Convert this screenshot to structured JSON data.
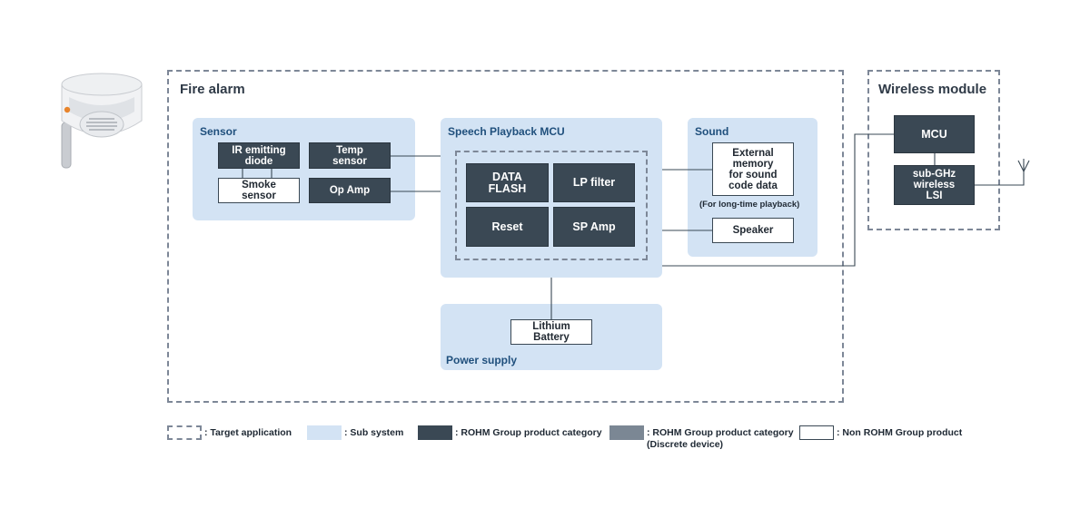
{
  "fire_alarm": {
    "title": "Fire alarm"
  },
  "wireless_module": {
    "title": "Wireless module",
    "mcu": "MCU",
    "lsi": "sub-GHz\nwireless\nLSI"
  },
  "sensor": {
    "title": "Sensor",
    "ir_diode": "IR emitting\ndiode",
    "smoke_sensor": "Smoke\nsensor",
    "temp_sensor": "Temp\nsensor",
    "op_amp": "Op Amp"
  },
  "speech_mcu": {
    "title": "Speech Playback MCU",
    "data_flash": "DATA\nFLASH",
    "lp_filter": "LP filter",
    "reset": "Reset",
    "sp_amp": "SP Amp"
  },
  "sound": {
    "title": "Sound",
    "external_memory": "External\nmemory\nfor sound\ncode data",
    "memory_note": "(For long-time playback)",
    "speaker": "Speaker"
  },
  "power_supply": {
    "title": "Power supply",
    "battery": "Lithium\nBattery"
  },
  "legend": {
    "target": ": Target application",
    "subsystem": ": Sub system",
    "rohm": ": ROHM Group product category",
    "rohm_discrete": ": ROHM Group product category\n(Discrete device)",
    "non_rohm": ": Non ROHM Group product"
  },
  "colors": {
    "subsystem_fill": "#d3e3f4",
    "rohm_product": "#3a4854",
    "rohm_discrete": "#7b8794",
    "target_border": "#7d8797"
  }
}
